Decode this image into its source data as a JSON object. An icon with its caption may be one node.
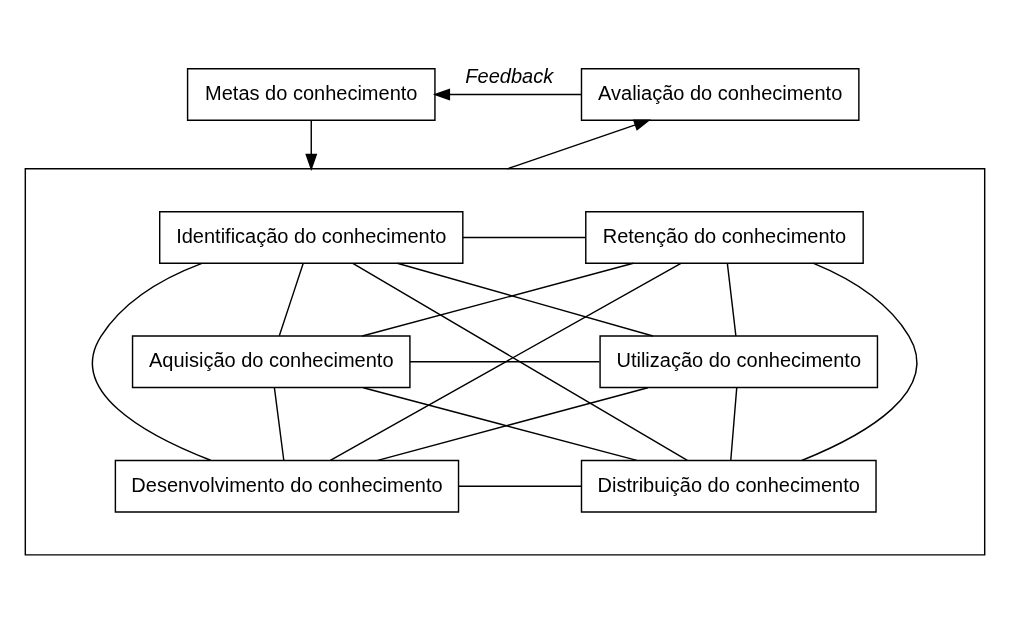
{
  "diagram": {
    "nodes": [
      {
        "text": [
          "Metas do conhecimento"
        ]
      },
      {
        "text": [
          "Avaliação do conhecimento"
        ]
      },
      {
        "text": [],
        "shape": "box"
      },
      {
        "text": [
          "Identificação do conhecimento"
        ],
        "in": 2
      },
      {
        "text": [
          "Retenção do conhecimento"
        ],
        "in": 2
      },
      {
        "text": [
          "Aquisição do conhecimento"
        ],
        "in": 2
      },
      {
        "text": [
          "Utilização do conhecimento"
        ],
        "in": 2
      },
      {
        "text": [
          "Desenvolvimento do conhecimento"
        ],
        "in": 2
      },
      {
        "text": [
          "Distribuição do conhecimento"
        ],
        "in": 2
      }
    ],
    "edges": [
      {
        "from": 1,
        "to": 0,
        "arrow": "to",
        "label": "Feedback"
      },
      {
        "from": 0,
        "to": 2,
        "arrow": "to"
      },
      {
        "from": 2,
        "to": 1,
        "arrow": "to"
      },
      {
        "from": 3,
        "to": 4,
        "arrow": "none"
      },
      {
        "from": 3,
        "to": 5,
        "arrow": "none"
      },
      {
        "from": 3,
        "to": 6,
        "arrow": "none"
      },
      {
        "from": 3,
        "to": 7,
        "arrow": "none"
      },
      {
        "from": 3,
        "to": 8,
        "arrow": "none"
      },
      {
        "from": 4,
        "to": 5,
        "arrow": "none"
      },
      {
        "from": 4,
        "to": 6,
        "arrow": "none"
      },
      {
        "from": 4,
        "to": 7,
        "arrow": "none"
      },
      {
        "from": 4,
        "to": 8,
        "arrow": "none"
      },
      {
        "from": 5,
        "to": 6,
        "arrow": "none"
      },
      {
        "from": 5,
        "to": 7,
        "arrow": "none"
      },
      {
        "from": 5,
        "to": 8,
        "arrow": "none"
      },
      {
        "from": 6,
        "to": 7,
        "arrow": "none"
      },
      {
        "from": 6,
        "to": 8,
        "arrow": "none"
      },
      {
        "from": 7,
        "to": 8,
        "arrow": "none"
      }
    ]
  }
}
